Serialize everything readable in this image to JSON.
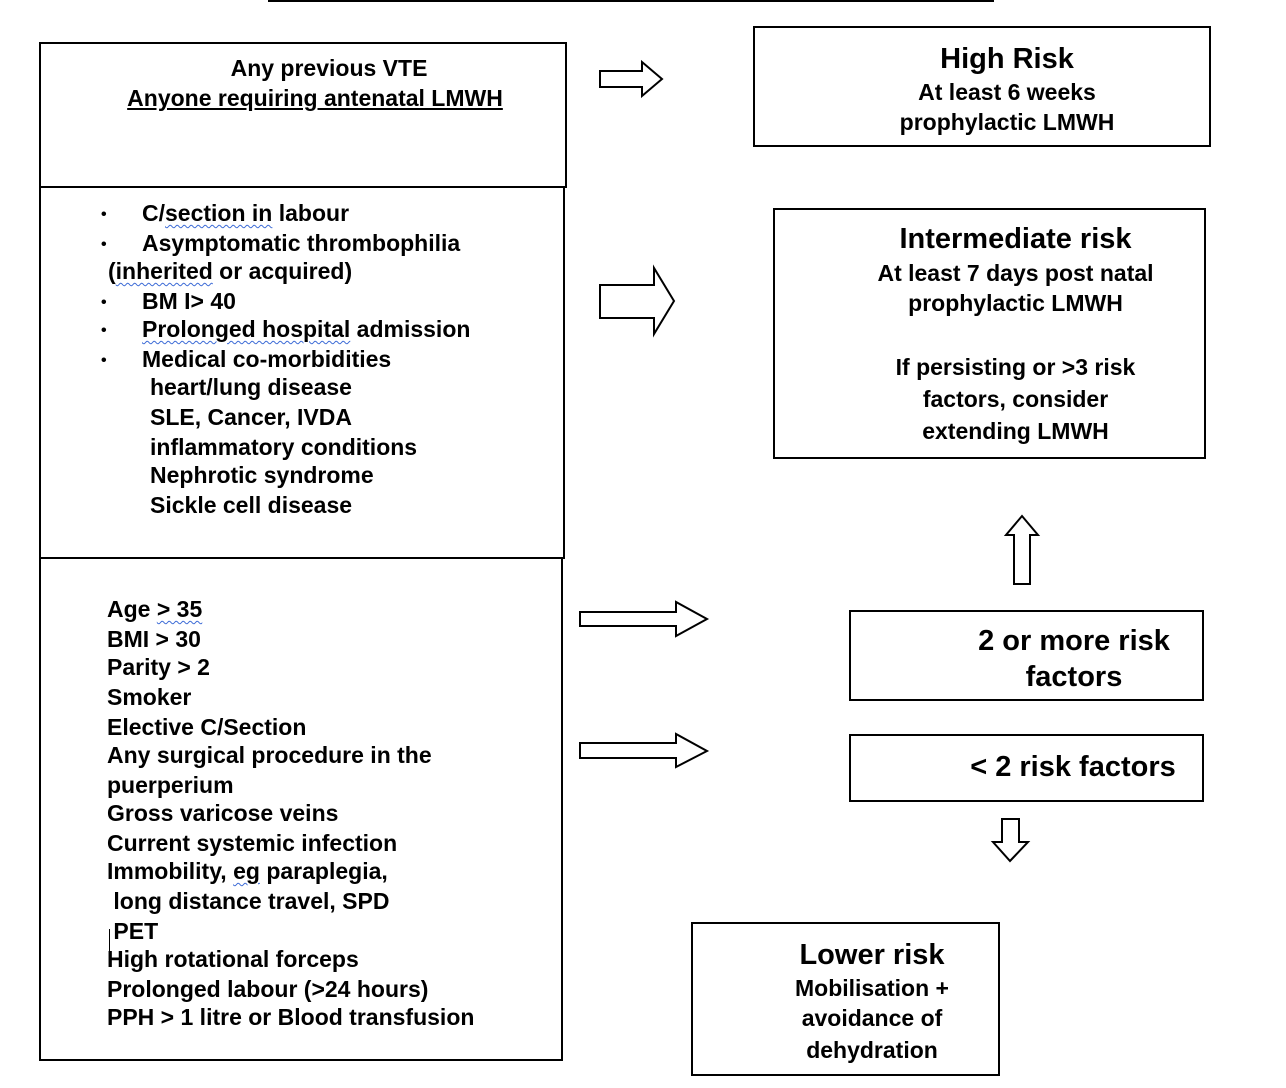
{
  "left_boxes": {
    "high": {
      "line1": "Any previous VTE",
      "line2": "Anyone requiring antenatal LMWH"
    },
    "intermediate": {
      "bullets": [
        {
          "pre": "C/",
          "squig": "section in",
          "post": " labour"
        },
        {
          "pre": "",
          "squig": "",
          "post": "Asymptomatic thrombophilia"
        },
        {
          "pre": "(",
          "squig": "inherited",
          "post": " or acquired)"
        },
        {
          "pre": "",
          "squig": "",
          "post": "BM I> 40"
        },
        {
          "pre": "",
          "squig": "Prolonged hospital",
          "post": " admission"
        },
        {
          "pre": "",
          "squig": "",
          "post": "Medical co-morbidities"
        }
      ],
      "sub_items": [
        "heart/lung disease",
        "SLE, Cancer, IVDA",
        "inflammatory conditions",
        "Nephrotic syndrome",
        "Sickle cell disease"
      ]
    },
    "lower": {
      "age_pre": "Age ",
      "age_squig": "> 35",
      "items": [
        "BMI > 30",
        "Parity > 2",
        "Smoker",
        "Elective C/Section",
        "Any surgical procedure in the",
        "puerperium",
        "Gross varicose veins",
        "Current systemic infection"
      ],
      "immob_pre": "Immobility, ",
      "immob_squig": "eg",
      "immob_post": " paraplegia,",
      "items2": [
        " long distance travel, SPD",
        " PET",
        "High rotational forceps",
        "Prolonged labour (>24 hours)",
        "PPH > 1 litre or Blood transfusion"
      ]
    }
  },
  "right_boxes": {
    "high_risk": {
      "title": "High Risk",
      "line1": "At least 6 weeks",
      "line2": "prophylactic LMWH"
    },
    "intermediate_risk": {
      "title": "Intermediate risk",
      "line1": "At least 7 days post natal",
      "line2": "prophylactic LMWH",
      "line3": "If persisting or >3 risk",
      "line4": "factors, consider",
      "line5": "extending LMWH"
    },
    "two_or_more": {
      "line1": "2 or more risk",
      "line2": "factors"
    },
    "less_than_two": {
      "line1": "< 2 risk factors"
    },
    "lower_risk": {
      "title": "Lower risk",
      "line1": "Mobilisation +",
      "line2": "avoidance of",
      "line3": "dehydration"
    }
  }
}
